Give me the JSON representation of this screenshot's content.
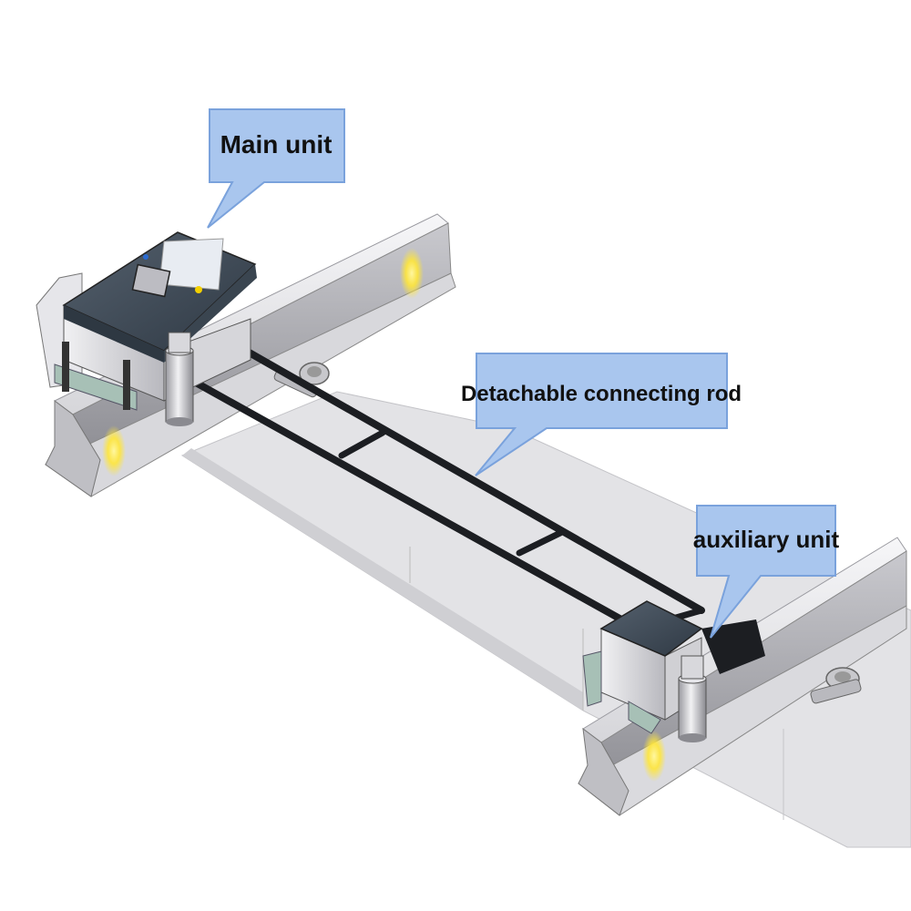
{
  "labels": {
    "main_unit": "Main unit",
    "connecting_rod": "Detachable connecting rod",
    "auxiliary_unit": "auxiliary unit"
  },
  "colors": {
    "callout_fill": "#a9c6ee",
    "callout_stroke": "#7aa2dc",
    "unit_body": "#3e4b59",
    "rail_light": "#eeeef0",
    "rail_mid": "#d0d0d4",
    "rail_dark": "#8a8a90",
    "rod": "#1c1e22",
    "sensor_glow": "#ffe94a"
  }
}
